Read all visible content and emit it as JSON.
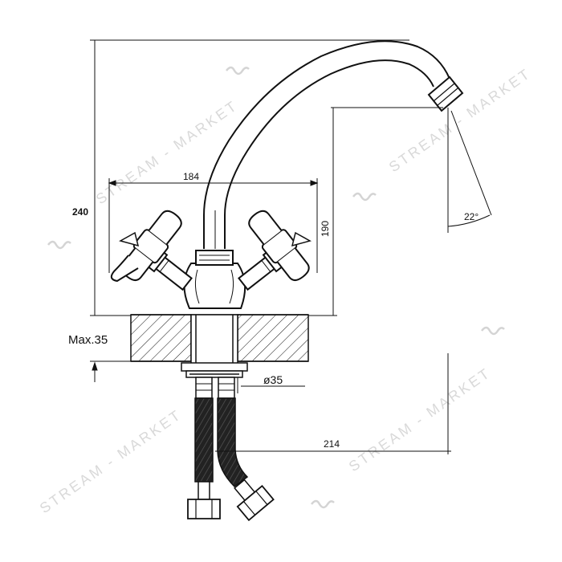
{
  "drawing": {
    "line_color": "#111111",
    "watermark_color": "#d9d9d9",
    "dimensions": {
      "height_total": "240",
      "handle_span": "184",
      "spout_height": "190",
      "spout_angle": "22°",
      "max_thickness": "Max.35",
      "hole_diameter": "ø35",
      "spout_reach": "214"
    },
    "watermarks": [
      "STREAM - MARKET",
      "STREAM - MARKET",
      "STREAM - MARKET",
      "STREAM - MARKET"
    ]
  }
}
